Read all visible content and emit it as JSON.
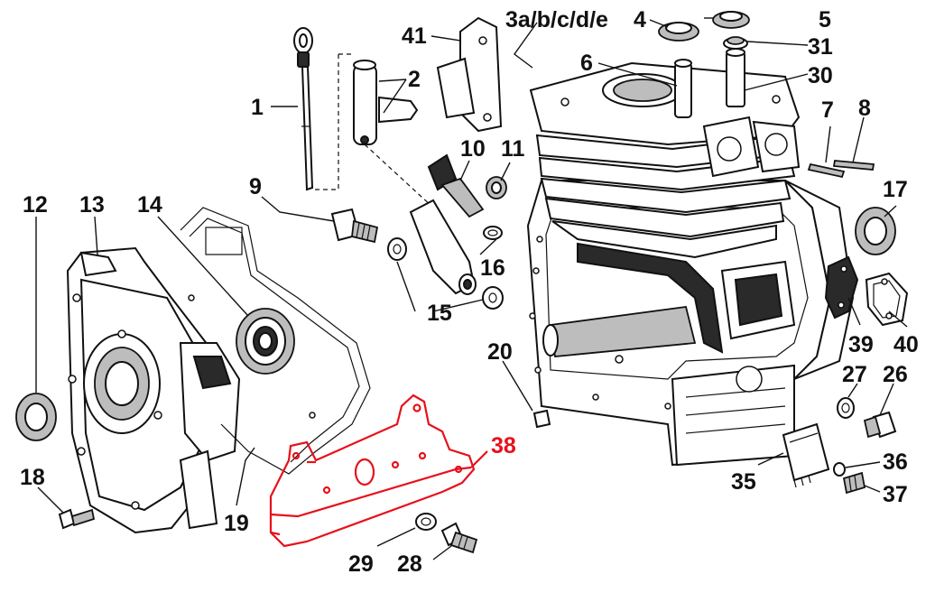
{
  "diagram": {
    "labels": {
      "p1": "1",
      "p2": "2",
      "p3": "3a/b/c/d/e",
      "p4": "4",
      "p5": "5",
      "p6": "6",
      "p7": "7",
      "p8": "8",
      "p9": "9",
      "p10": "10",
      "p11": "11",
      "p12": "12",
      "p13": "13",
      "p14": "14",
      "p15": "15",
      "p16": "16",
      "p17": "17",
      "p18": "18",
      "p19": "19",
      "p20": "20",
      "p26": "26",
      "p27": "27",
      "p28": "28",
      "p29": "29",
      "p30": "30",
      "p31": "31",
      "p35": "35",
      "p36": "36",
      "p37": "37",
      "p38": "38",
      "p39": "39",
      "p40": "40",
      "p41": "41"
    },
    "colors": {
      "highlight": "#e8101a",
      "ink": "#111111",
      "background": "#ffffff"
    }
  }
}
